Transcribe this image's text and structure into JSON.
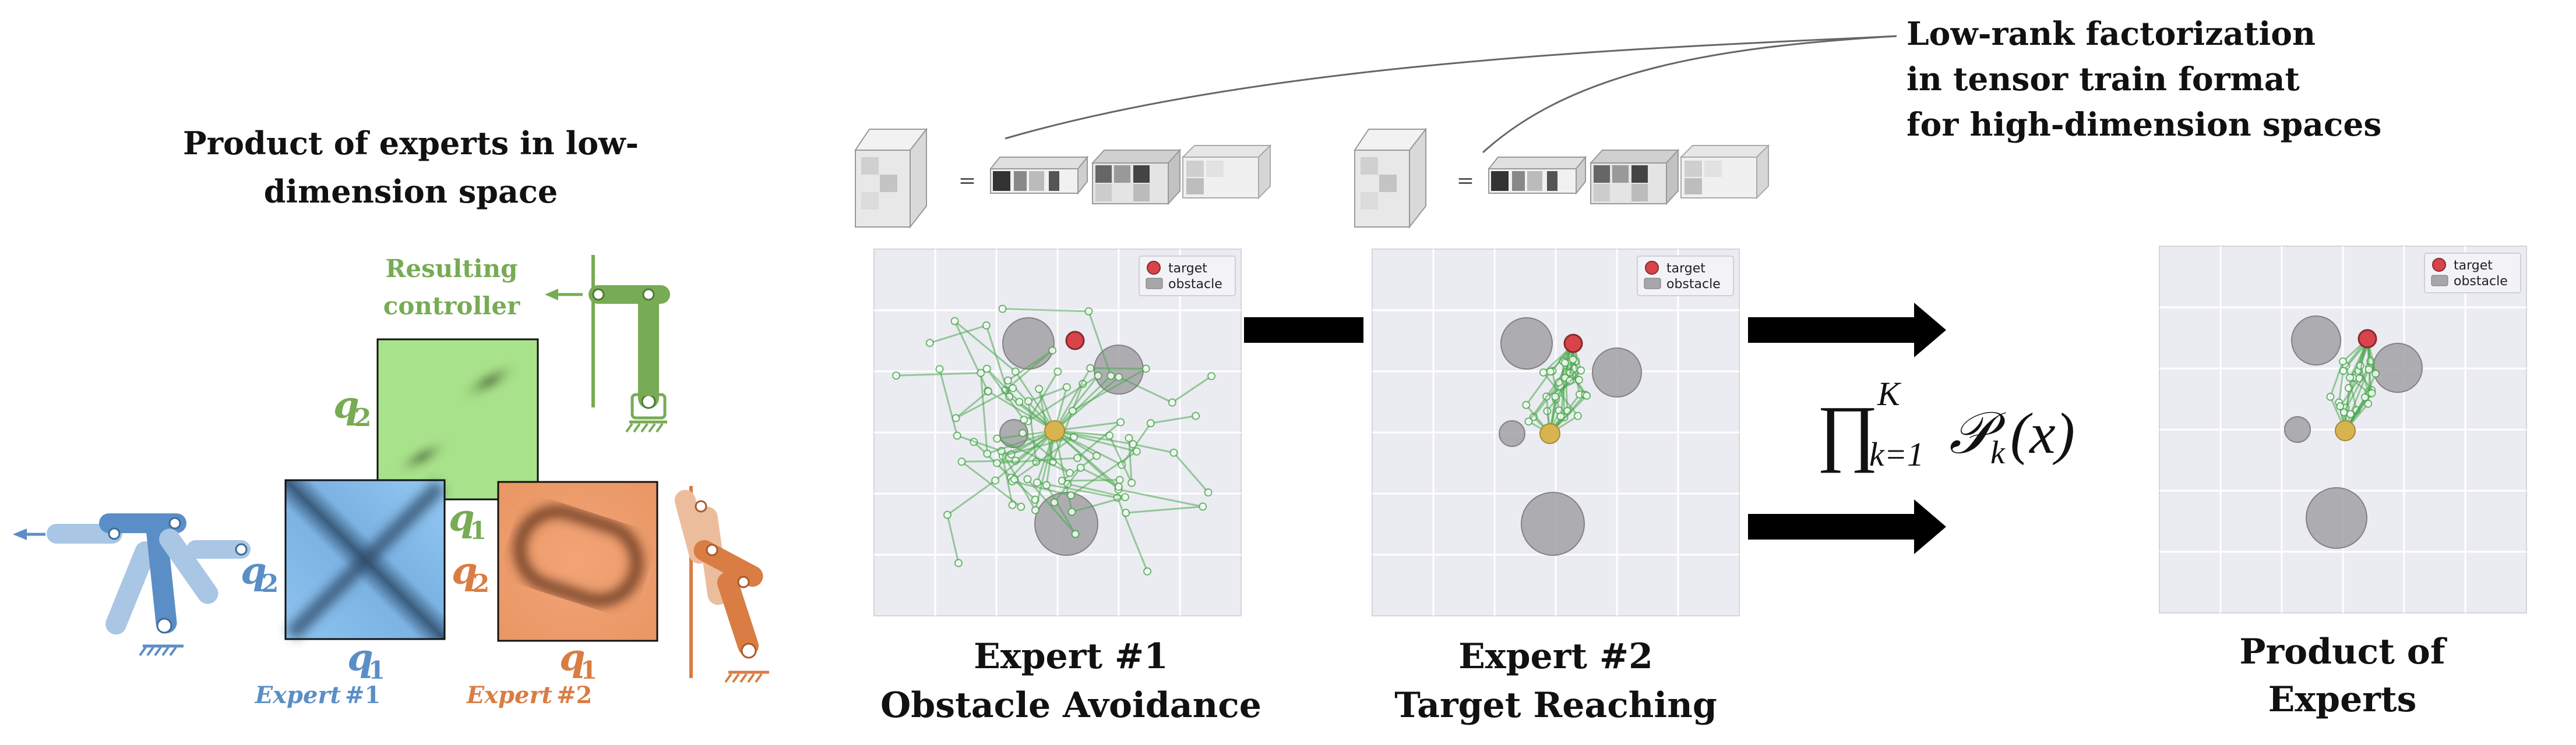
{
  "colors": {
    "green": "#78ab55",
    "blue": "#5b8ec6",
    "light_blue": "#a9c6e4",
    "orange": "#d97d44",
    "light_orange": "#ecbd9c",
    "panel_bg": "#ebebf2",
    "target": "#d9434a",
    "obstacle": "#a7a7ab",
    "base": "#d7b450",
    "link": "#4aa84d"
  },
  "left": {
    "title_line1": "Product of experts in low-",
    "title_line2": "dimension space",
    "resulting_line1": "Resulting",
    "resulting_line2": "controller",
    "axis_q": "q",
    "sub_1": "1",
    "sub_2": "2",
    "expert1_italic": "Expert",
    "expert1_num": "#1",
    "expert2_italic": "Expert",
    "expert2_num": "#2"
  },
  "top_note": {
    "line1": "Low-rank factorization",
    "line2": "in tensor train format",
    "line3": "for high-dimension spaces"
  },
  "equals_sign": "=",
  "legend": {
    "target": "target",
    "obstacle": "obstacle"
  },
  "panels": [
    {
      "label_line1": "Expert #1",
      "label_line2": "Obstacle Avoidance"
    },
    {
      "label_line1": "Expert #2",
      "label_line2": "Target Reaching"
    },
    {
      "label_line1": "Product of",
      "label_line2": "Experts"
    }
  ],
  "formula": {
    "prod": "∏",
    "upper": "K",
    "lower": "k=1",
    "p": "𝒫",
    "sub": "k",
    "arg": "(x)"
  }
}
